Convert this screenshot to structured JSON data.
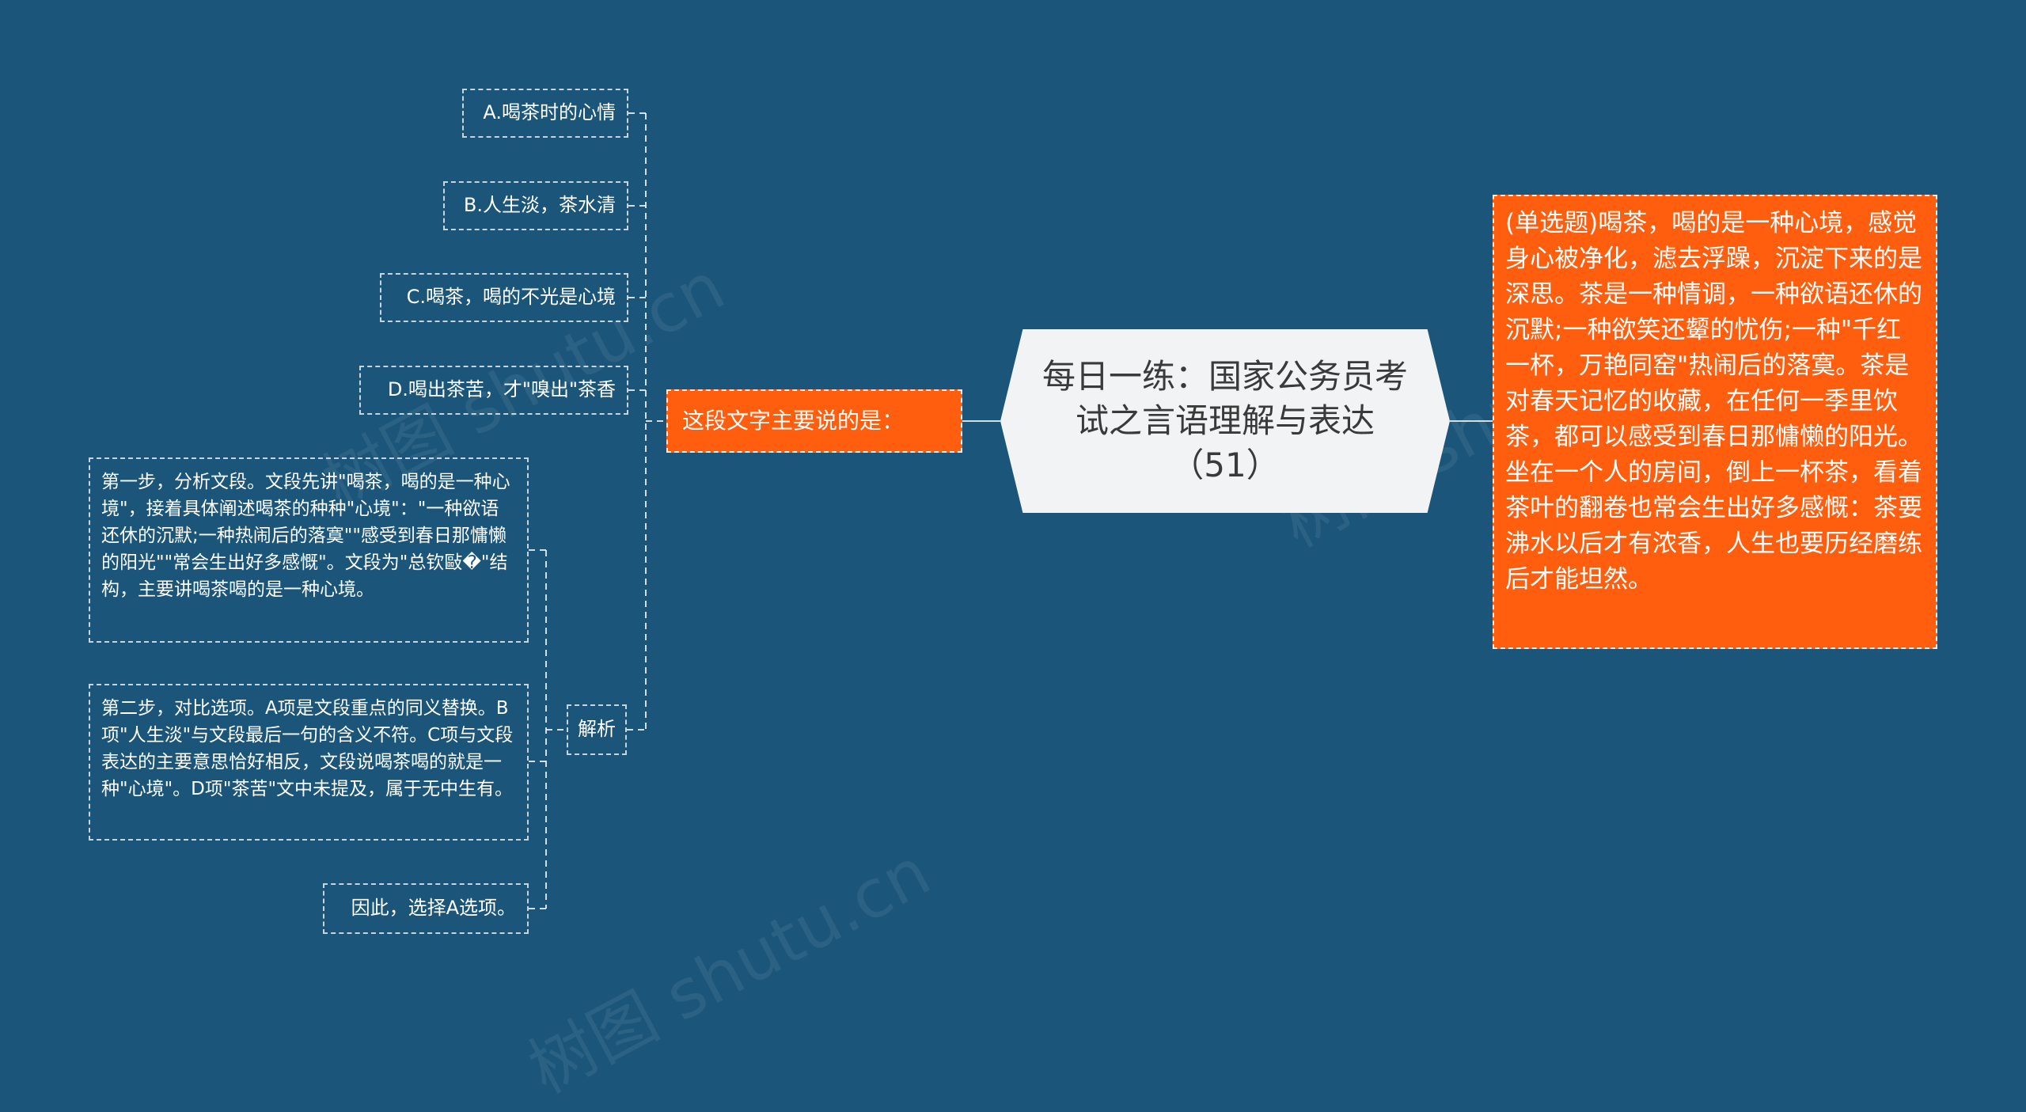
{
  "center": {
    "title": "每日一练：国家公务员考试之言语理解与表达（51）"
  },
  "question": {
    "text": "(单选题)喝茶，喝的是一种心境，感觉身心被净化，滤去浮躁，沉淀下来的是深思。茶是一种情调，一种欲语还休的沉默;一种欲笑还颦的忧伤;一种\"千红一杯，万艳同窑\"热闹后的落寞。茶是对春天记忆的收藏，在任何一季里饮茶，都可以感受到春日那慵懒的阳光。坐在一个人的房间，倒上一杯茶，看着茶叶的翻卷也常会生出好多感慨：茶要沸水以后才有浓香，人生也要历经磨练后才能坦然。"
  },
  "branch": {
    "label": "这段文字主要说的是："
  },
  "options": [
    {
      "label": "A.喝茶时的心情"
    },
    {
      "label": "B.人生淡，茶水清"
    },
    {
      "label": "C.喝茶，喝的不光是心境"
    },
    {
      "label": "D.喝出茶苦，才\"嗅出\"茶香"
    }
  ],
  "analysis": {
    "label": "解析",
    "steps": [
      {
        "text": "第一步，分析文段。文段先讲\"喝茶，喝的是一种心境\"，接着具体阐述喝茶的种种\"心境\"：\"一种欲语还休的沉默;一种热闹后的落寞\"\"感受到春日那慵懒的阳光\"\"常会生出好多感慨\"。文段为\"总钦敺�\"结构，主要讲喝茶喝的是一种心境。"
      },
      {
        "text": "第二步，对比选项。A项是文段重点的同义替换。B项\"人生淡\"与文段最后一句的含义不符。C项与文段表达的主要意思恰好相反，文段说喝茶喝的就是一种\"心境\"。D项\"茶苦\"文中未提及，属于无中生有。"
      },
      {
        "text": "因此，选择A选项。"
      }
    ]
  },
  "watermarks": [
    "树图 shutu.cn",
    "树图 shutu.cn",
    "树图 shutu.cn"
  ],
  "colors": {
    "background": "#1b557a",
    "accent": "#ff5e0e",
    "center_fill": "#f1f3f4",
    "connector": "#ffffff"
  }
}
